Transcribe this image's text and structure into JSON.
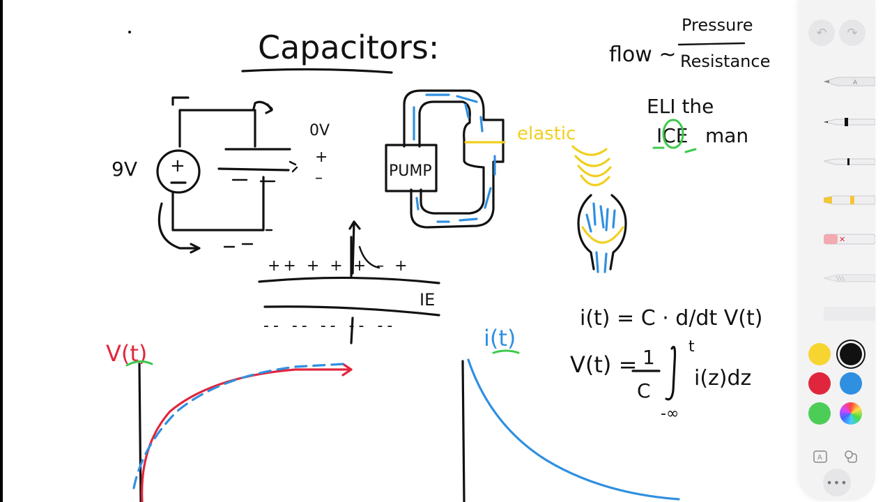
{
  "canvas": {
    "title": "Capacitors:",
    "flow": {
      "lhs": "flow ~",
      "numerator": "Pressure",
      "denominator": "Resistance"
    },
    "mnemonic": {
      "line1": "ELI the",
      "line2_part1": "ICE",
      "line2_part2": "man"
    },
    "circuit": {
      "source_label": "9V",
      "plus": "+",
      "minus": "–",
      "ov_label": "0V",
      "plus2": "+",
      "minus2": "–"
    },
    "pump_label": "PUMP",
    "elastic_label": "elastic",
    "plates": {
      "top_charges": "++ + + +  – +",
      "ic_label": "IE",
      "bottom_charges": "-- -- -- -- --"
    },
    "graph_v": {
      "label": "V(t)"
    },
    "graph_i": {
      "label": "i(t)"
    },
    "equations": {
      "eq1": "i(t) = C · d/dt V(t)",
      "eq2_lhs": "V(t) =",
      "eq2_frac_num": "1",
      "eq2_frac_den": "C",
      "eq2_upper": "t",
      "eq2_lower": "-∞",
      "eq2_integrand": "i(z)dz"
    }
  },
  "palette": {
    "undo_icon": "undo-icon",
    "redo_icon": "redo-icon",
    "tools": [
      "pencil",
      "pen",
      "fineliner",
      "highlighter",
      "eraser",
      "lasso"
    ],
    "colors": [
      "#f7d530",
      "#111111",
      "#e0263c",
      "#2f8fe0",
      "#4ccd58",
      "color-wheel"
    ],
    "selected_color": "#111111"
  }
}
